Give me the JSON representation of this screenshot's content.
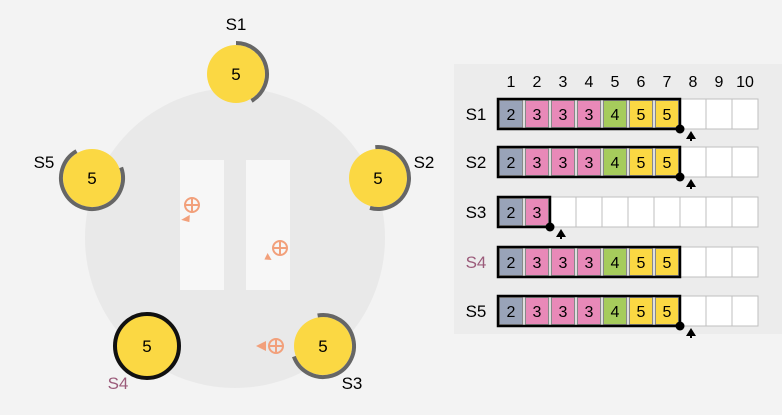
{
  "servers": [
    {
      "id": "S1",
      "term": "5",
      "state": "follower",
      "label_color": "#000000"
    },
    {
      "id": "S2",
      "term": "5",
      "state": "follower",
      "label_color": "#000000"
    },
    {
      "id": "S3",
      "term": "5",
      "state": "follower",
      "label_color": "#000000"
    },
    {
      "id": "S4",
      "term": "5",
      "state": "leader",
      "label_color": "#9b5b7a"
    },
    {
      "id": "S5",
      "term": "5",
      "state": "follower",
      "label_color": "#000000"
    }
  ],
  "log_indices": [
    "1",
    "2",
    "3",
    "4",
    "5",
    "6",
    "7",
    "8",
    "9",
    "10"
  ],
  "logs": [
    {
      "id": "S1",
      "entries": [
        "2",
        "3",
        "3",
        "3",
        "4",
        "5",
        "5"
      ],
      "next_index": 8
    },
    {
      "id": "S2",
      "entries": [
        "2",
        "3",
        "3",
        "3",
        "4",
        "5",
        "5"
      ],
      "next_index": 8
    },
    {
      "id": "S3",
      "entries": [
        "2",
        "3"
      ],
      "next_index": 3
    },
    {
      "id": "S4",
      "entries": [
        "2",
        "3",
        "3",
        "3",
        "4",
        "5",
        "5"
      ],
      "next_index": null
    },
    {
      "id": "S5",
      "entries": [
        "2",
        "3",
        "3",
        "3",
        "4",
        "5",
        "5"
      ],
      "next_index": 8
    }
  ],
  "term_colors": {
    "2": "#99a3b8",
    "3": "#e889b8",
    "4": "#a6cc5c",
    "5": "#fbd843"
  },
  "colors": {
    "server_fill": "#fbd843",
    "timer_arc": "#666666",
    "message_color": "#f2a07b",
    "panel_bg": "#ececec",
    "cluster_bg": "#e6e6e6"
  }
}
